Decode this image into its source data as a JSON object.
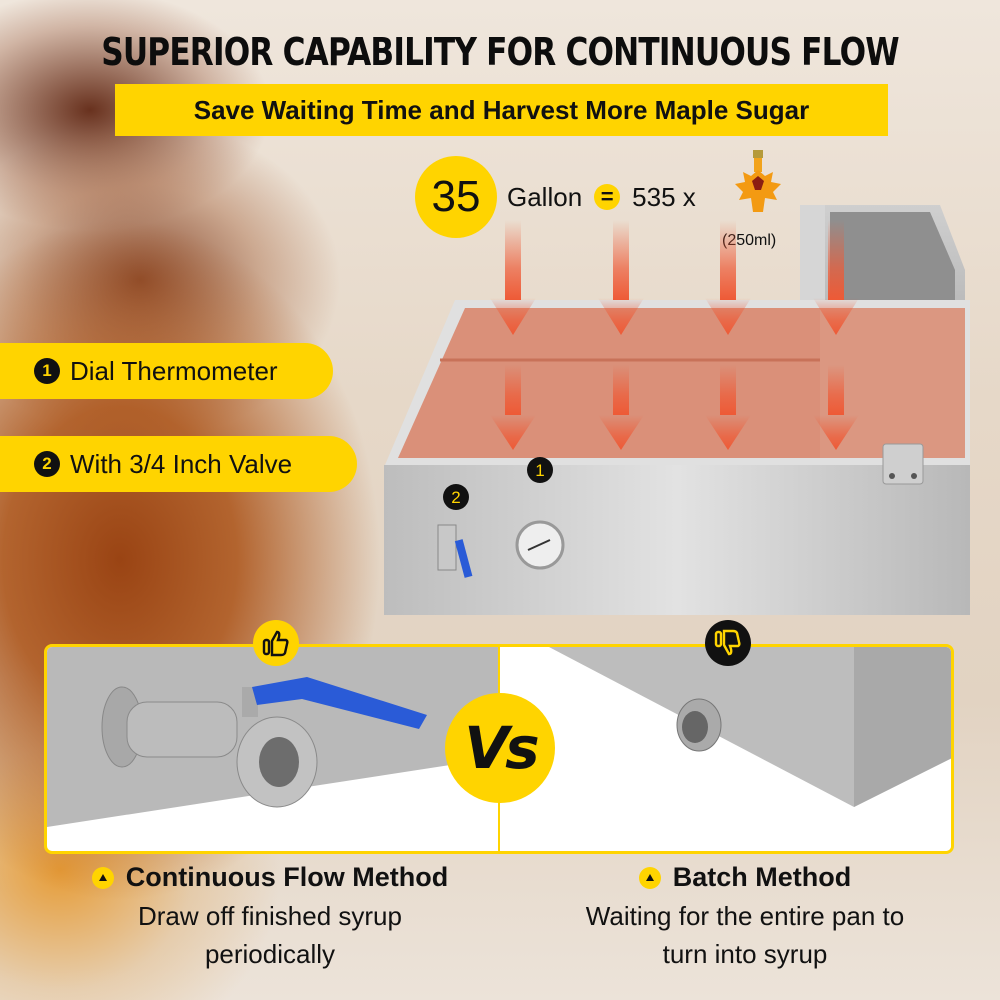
{
  "header": {
    "title": "SUPERIOR CAPABILITY FOR CONTINUOUS FLOW",
    "subtitle": "Save Waiting Time and Harvest More Maple Sugar"
  },
  "capacity": {
    "value": "35",
    "unit": "Gallon",
    "equals": "=",
    "equivalent": "535 x",
    "bottle_size": "(250ml)",
    "bottle_icon": "maple-syrup-bottle-icon"
  },
  "features": [
    {
      "number": "1",
      "label": "Dial Thermometer"
    },
    {
      "number": "2",
      "label": "With 3/4 Inch Valve"
    }
  ],
  "pan_callouts": [
    {
      "number": "1",
      "target": "thermometer"
    },
    {
      "number": "2",
      "target": "valve"
    }
  ],
  "comparison": {
    "vs_label": "Vs",
    "left": {
      "icon": "thumbs-up-icon",
      "title": "Continuous Flow Method",
      "desc_line1": "Draw off finished syrup",
      "desc_line2": "periodically"
    },
    "right": {
      "icon": "thumbs-down-icon",
      "title": "Batch Method",
      "desc_line1": "Waiting for the entire pan to",
      "desc_line2": "turn into syrup"
    }
  },
  "colors": {
    "accent_yellow": "#ffd400",
    "text_dark": "#111111",
    "heat_arrow": "#ee5a36",
    "valve_blue": "#2a5bd7"
  }
}
